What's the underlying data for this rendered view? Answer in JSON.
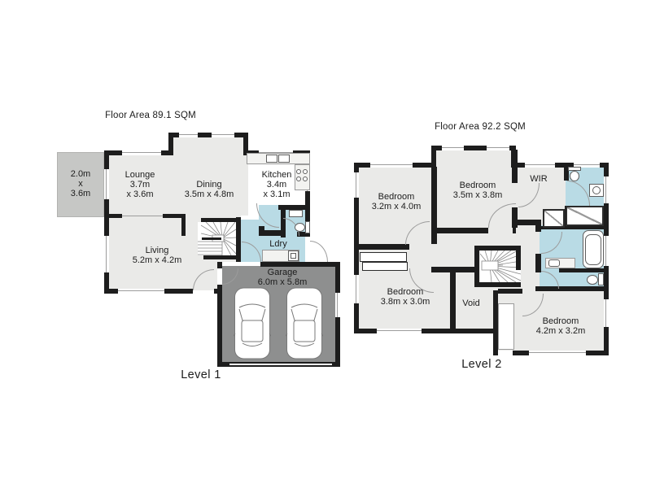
{
  "colors": {
    "background": "#ffffff",
    "wall": "#1d1d1d",
    "room": "#eaeae8",
    "wet": "#b9dbe5",
    "garage": "#8e8f8f",
    "deck": "#c6c7c5",
    "text": "#1c1c1c",
    "line": "#9c9c9c"
  },
  "level1": {
    "title": "Floor Area 89.1 SQM",
    "level_label": "Level 1",
    "deck": {
      "lines": [
        "2.0m",
        "x",
        "3.6m"
      ]
    },
    "rooms": {
      "lounge": {
        "name": "Lounge",
        "dim1": "3.7m",
        "dim2": "x 3.6m"
      },
      "dining": {
        "name": "Dining",
        "dims": "3.5m x 4.8m"
      },
      "kitchen": {
        "name": "Kitchen",
        "dim1": "3.4m",
        "dim2": "x 3.1m"
      },
      "living": {
        "name": "Living",
        "dims": "5.2m x 4.2m"
      },
      "laundry": {
        "name": "Ldry"
      },
      "garage": {
        "name": "Garage",
        "dims": "6.0m x 5.8m"
      }
    }
  },
  "level2": {
    "title": "Floor Area 92.2 SQM",
    "level_label": "Level 2",
    "rooms": {
      "bedroom1": {
        "name": "Bedroom",
        "dims": "3.2m x 4.0m"
      },
      "bedroom2": {
        "name": "Bedroom",
        "dims": "3.5m x 3.8m"
      },
      "wir": {
        "name": "WIR"
      },
      "bedroom3": {
        "name": "Bedroom",
        "dims": "3.8m x 3.0m"
      },
      "void": {
        "name": "Void"
      },
      "bedroom4": {
        "name": "Bedroom",
        "dims": "4.2m x 3.2m"
      }
    }
  }
}
